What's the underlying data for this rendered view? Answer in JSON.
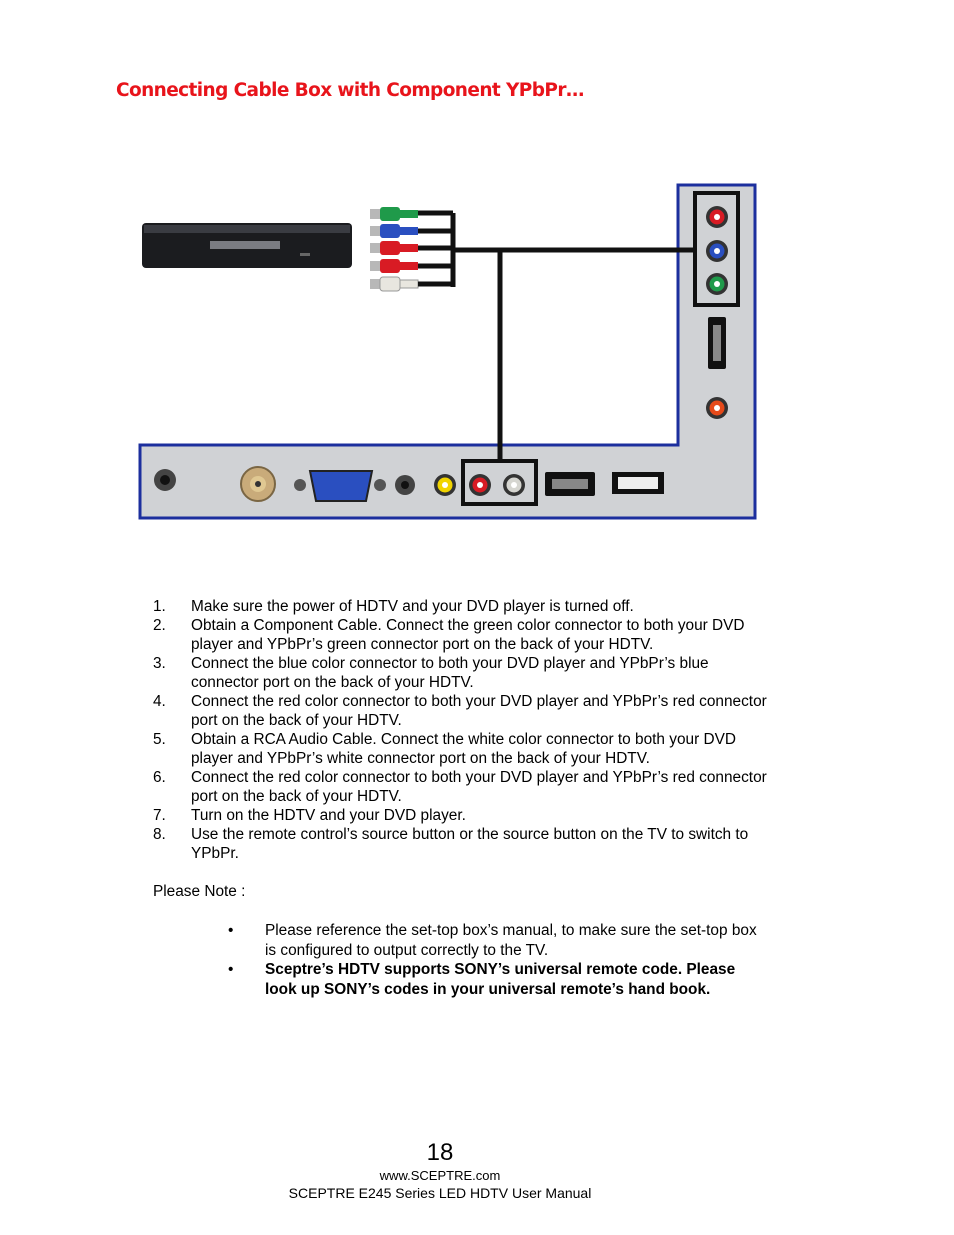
{
  "page": {
    "title": "Connecting Cable Box with Component YPbPr…",
    "steps": [
      {
        "num": "1.",
        "text": "Make sure the power of HDTV and your DVD player is turned off."
      },
      {
        "num": "2.",
        "text": "Obtain a Component Cable. Connect the green color connector to both your DVD player and YPbPr’s green connector port on the back of your HDTV."
      },
      {
        "num": "3.",
        "text": "Connect the blue color connector to both your DVD player and YPbPr’s blue connector port on the back of your HDTV."
      },
      {
        "num": "4.",
        "text": "Connect the red color connector to both your DVD player and YPbPr’s red connector port on the back of your HDTV."
      },
      {
        "num": "5.",
        "text": "Obtain a RCA Audio Cable.  Connect the white color connector to both your DVD player and YPbPr’s white connector port on the back of your HDTV."
      },
      {
        "num": "6.",
        "text": "Connect the red color connector to both your DVD player and YPbPr’s red connector port on the back of your HDTV."
      },
      {
        "num": "7.",
        "text": "Turn on the HDTV and your DVD player."
      },
      {
        "num": "8.",
        "text": "Use the remote control’s source button or the source button on the TV to switch to YPbPr."
      }
    ],
    "note_label": "Please Note :",
    "notes": [
      {
        "bullet": "•",
        "text": "Please reference the set-top box’s manual, to make sure the set-top box is configured to output correctly to the TV."
      },
      {
        "bullet": "•",
        "text": "Sceptre’s HDTV supports SONY’s universal remote code. Please look up SONY’s codes in your universal remote’s hand book."
      }
    ],
    "page_number": "18",
    "website": "www.SCEPTRE.com",
    "manual_name": "SCEPTRE E245 Series LED HDTV User Manual"
  },
  "colors": {
    "title": "#e8141b",
    "panel_fill": "#d0d2d5",
    "panel_border": "#1c2f9e",
    "cable": "#111111",
    "green": "#1f9a4a",
    "blue": "#2a4fc0",
    "red": "#d81b24",
    "white": "#e8e6df"
  }
}
